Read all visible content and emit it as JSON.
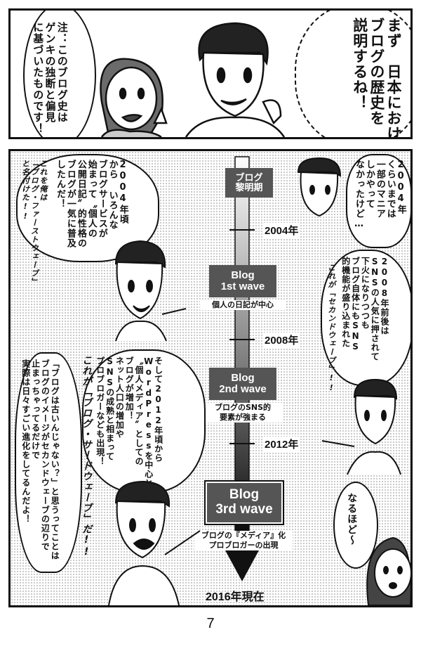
{
  "panel1": {
    "narration": "まず　日本における\nブログの歴史を\n説明するね！",
    "note": "注：このブログ史は\nゲンキの独断と偏見\nに基づいたものです！"
  },
  "panel2": {
    "timeline": {
      "era0": "ブログ\n黎明期",
      "era1": "Blog\n1st wave",
      "era1_caption": "個人の日記が中心",
      "era2": "Blog\n2nd wave",
      "era2_caption": "ブログのSNS的\n要素が強まる",
      "era3": "Blog\n3rd wave",
      "era3_caption": "ブログの『メディア』化\nプロブロガーの出現",
      "year_2004": "2004年",
      "year_2008": "2008年",
      "year_2012": "2012年",
      "end": "2016年現在"
    },
    "bubble_top_right": "2004年\nくらいまでは\n一部のマニア\nしかやって\nなかったけど…",
    "bubble_left_top": "2004年頃\nから いろんな\nブログサービスが\n始まって〝個人の\n公開日記〟的性格の\nブログが一気に普及\nしたんだ！",
    "handwritten_first": "これを俺は\n「ブログ・ファーストウェーブ」\nと名付けた!!",
    "bubble_right_mid": "2008年前後は\nSNSの人気に押されて\n下火になりつつも\nブログ自体にもSNS\n的機能が盛り込まれた",
    "handwritten_second": "これが「セカンドウェーブ」!!",
    "bubble_mid": "そして2012年頃から\nWordPressを中心とした\n〝個人メディア〟としての\nブログが増加！\nネット人口の増加や\nSNSの成熟と相まって\nプロブロガーなども出現！",
    "handwritten_third": "これが「ブログ・サードウェーブ」だ!!",
    "bubble_bottom_left": "「ブログは古いんじゃない？」と思うってことは\nブログのイメージがセカンドウェーブの辺りで\n止まっちゃってるだけで\n実際は日々すごい進化をしてるんだよ！",
    "bubble_bottom_right": "なるほど〜"
  },
  "page_number": "7"
}
